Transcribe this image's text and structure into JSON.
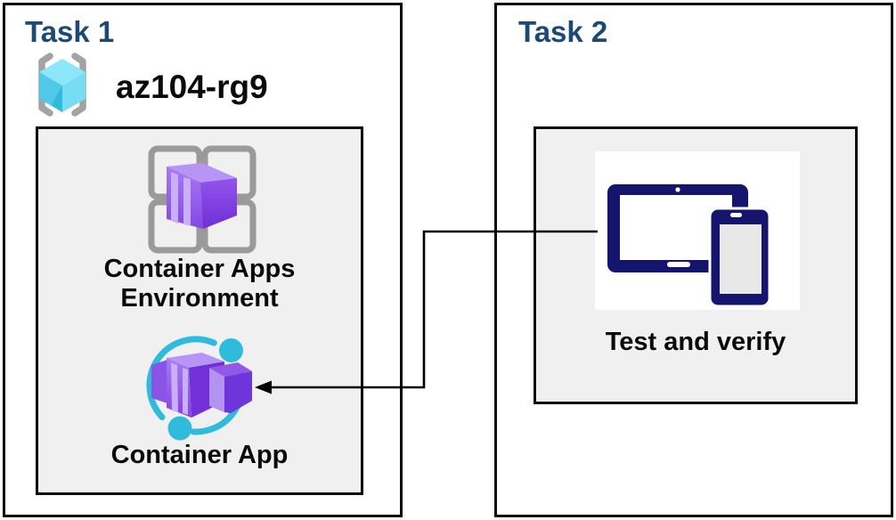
{
  "task1": {
    "title": "Task 1",
    "resource_group": {
      "name": "az104-rg9",
      "icon": "resource-group-icon"
    },
    "environment": {
      "label_line1": "Container Apps",
      "label_line2": "Environment",
      "icon": "container-apps-environment-icon"
    },
    "app": {
      "label": "Container App",
      "icon": "container-app-icon"
    }
  },
  "task2": {
    "title": "Task 2",
    "verify": {
      "label": "Test and verify",
      "icon": "devices-icon"
    }
  },
  "connector": {
    "type": "elbow-arrow",
    "from": "test-and-verify-node",
    "to": "container-app-icon",
    "direction": "right-to-left"
  },
  "colors": {
    "task_title": "#1C4A74",
    "panel_border": "#0A0A0A",
    "inner_panel_bg": "#F0F0F0",
    "label_text": "#0A0A0A",
    "accent_cyan": "#2FBBDC",
    "accent_purple": "#8B4FE8",
    "resource_group_cyan": "#4FC9E7",
    "device_navy": "#15156E",
    "icon_gray": "#9A9A9A",
    "connector_line": "#000000"
  }
}
